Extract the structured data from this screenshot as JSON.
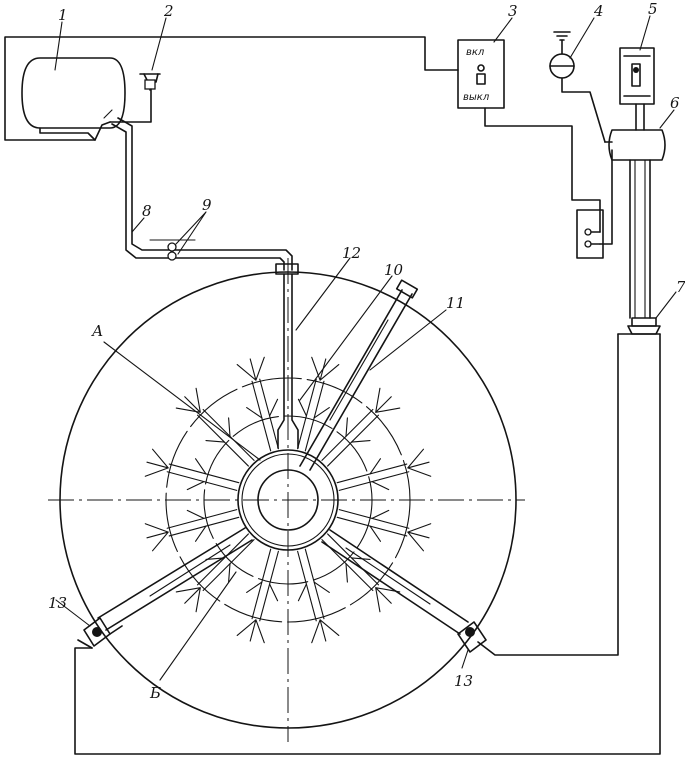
{
  "labels": {
    "n1": "1",
    "n2": "2",
    "n3": "3",
    "n4": "4",
    "n5": "5",
    "n6": "6",
    "n7": "7",
    "n8": "8",
    "n9": "9",
    "n10": "10",
    "n11": "11",
    "n12": "12",
    "n13a": "13",
    "n13b": "13",
    "A": "А",
    "B": "Б"
  },
  "switch": {
    "on": "вкл",
    "off": "выкл"
  },
  "colors": {
    "ink": "#141414",
    "paper": "#ffffff"
  }
}
